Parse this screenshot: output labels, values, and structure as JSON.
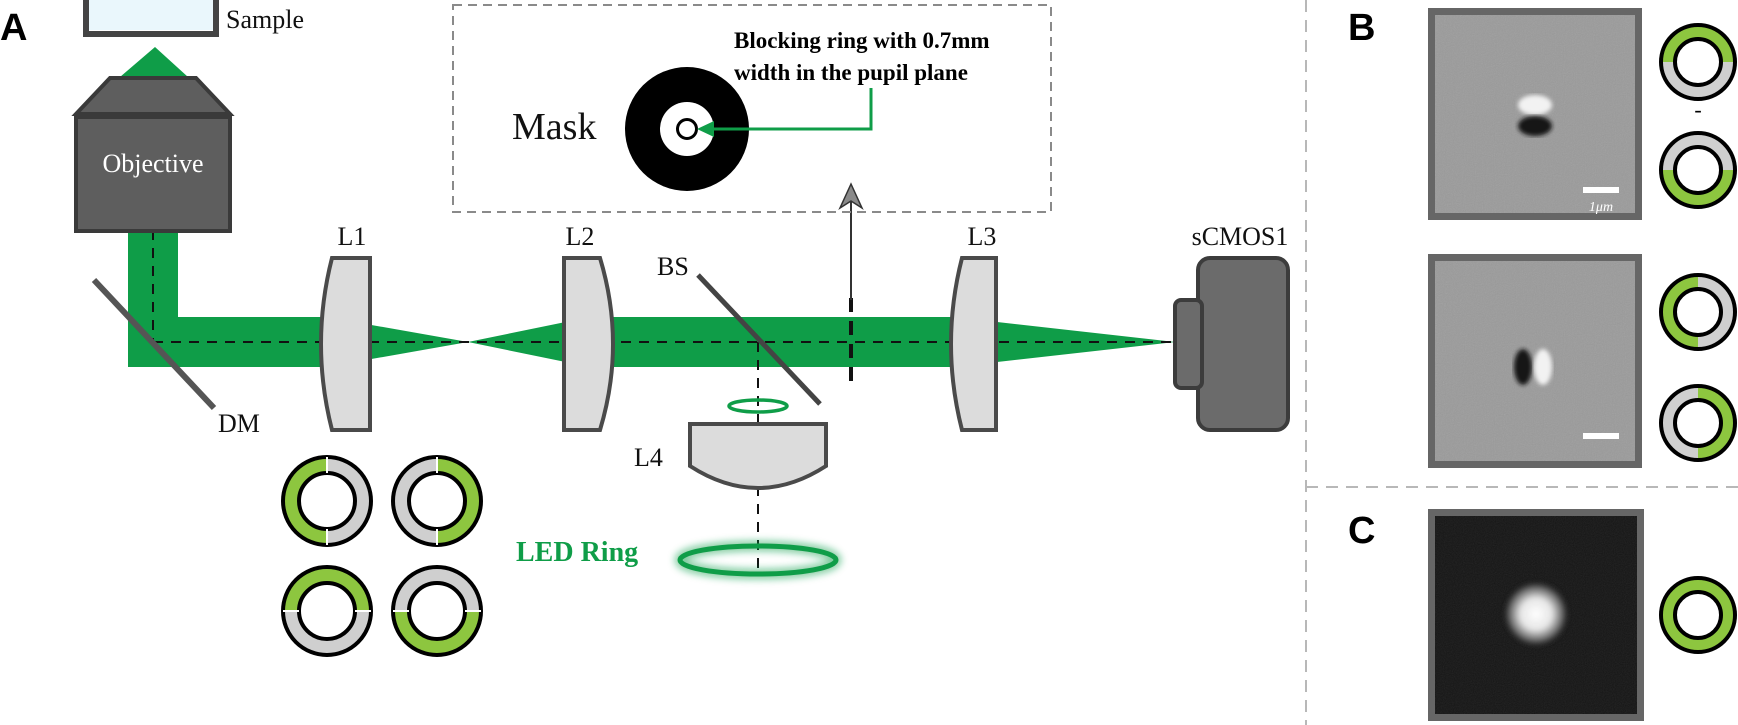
{
  "panels": {
    "a": "A",
    "b": "B",
    "c": "C"
  },
  "labels": {
    "sample": "Sample",
    "objective": "Objective",
    "dm": "DM",
    "l1": "L1",
    "l2": "L2",
    "l3": "L3",
    "l4": "L4",
    "bs": "BS",
    "camera": "sCMOS1",
    "led_ring": "LED Ring",
    "mask": "Mask",
    "callout_line1": "Blocking ring with 0.7mm",
    "callout_line2": "width in the pupil plane",
    "scale_bar": "1μm",
    "minus_top": "-",
    "minus_bottom": "-"
  },
  "colors": {
    "beam_green": "#0f9d48",
    "led_green": "#8dc63f",
    "ring_gray": "#cfcfcf",
    "body_gray": "#666666",
    "lens_fill": "#dcdcdc",
    "dashed_border": "#888888"
  }
}
